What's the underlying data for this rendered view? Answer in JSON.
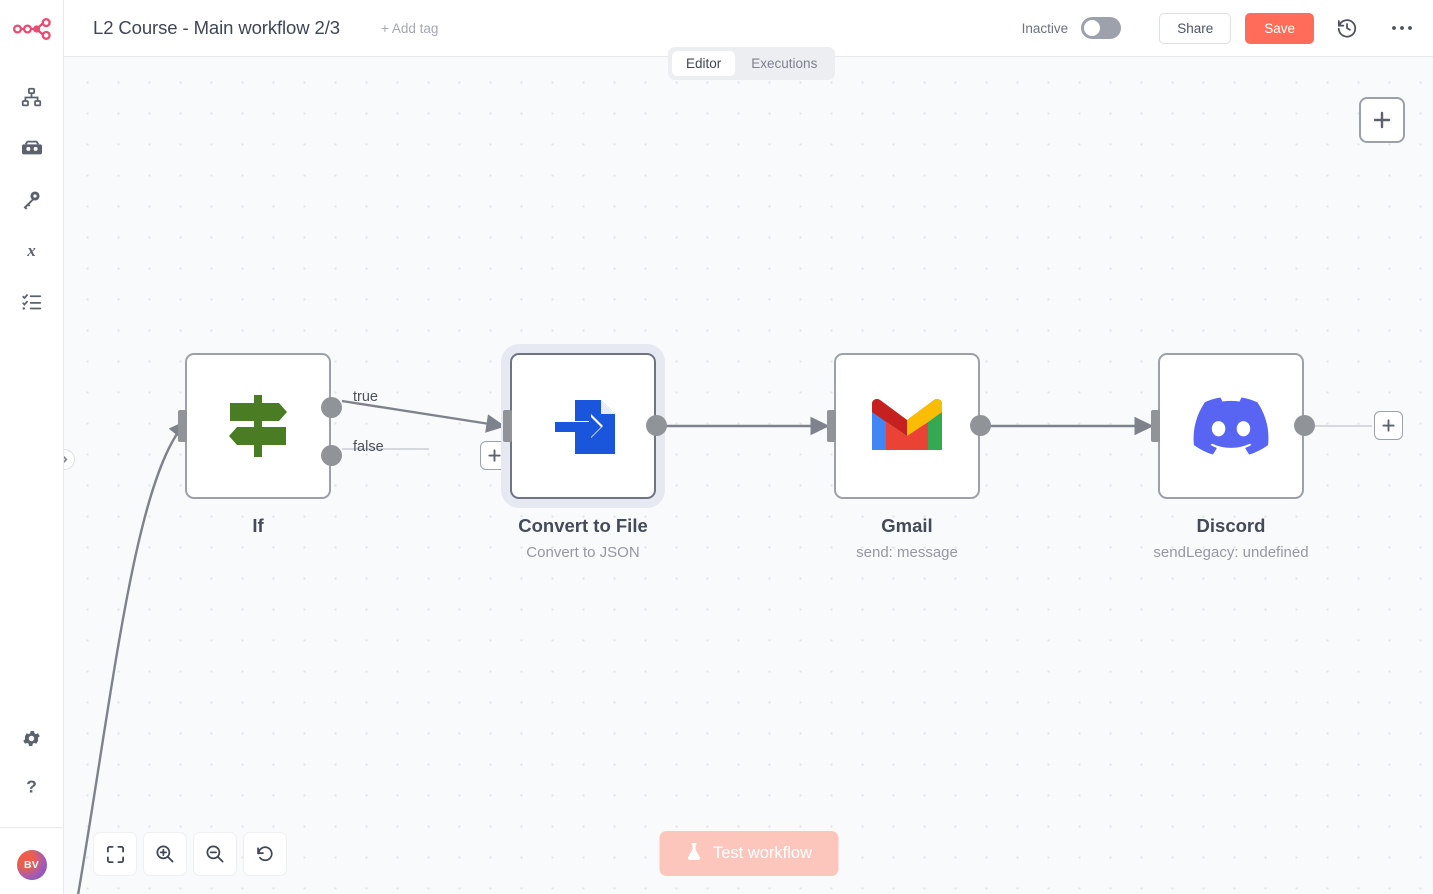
{
  "app": {
    "logo": "n8n-logo"
  },
  "header": {
    "workflow_title": "L2 Course - Main workflow 2/3",
    "add_tag_label": "+ Add tag",
    "active_state_label": "Inactive",
    "share_label": "Share",
    "save_label": "Save",
    "history_icon": "history-icon",
    "more_icon": "ellipsis-icon",
    "accent_color": "#ff6d5a"
  },
  "tabs": [
    {
      "label": "Editor",
      "active": true
    },
    {
      "label": "Executions",
      "active": false
    }
  ],
  "sidebar": {
    "items": [
      {
        "icon": "workflows-icon",
        "name": "workflows"
      },
      {
        "icon": "templates-icon",
        "name": "templates"
      },
      {
        "icon": "key-icon",
        "name": "credentials"
      },
      {
        "icon": "variables-icon",
        "name": "variables"
      },
      {
        "icon": "executions-list-icon",
        "name": "executions"
      }
    ],
    "bottom": [
      {
        "icon": "gear-icon",
        "name": "settings"
      },
      {
        "icon": "help-icon",
        "name": "help"
      }
    ],
    "avatar_initials": "BV"
  },
  "canvas": {
    "panel_toggle_icon": "chevron-right-icon",
    "add_node_icon": "plus-icon",
    "nodes": [
      {
        "id": "if",
        "title": "If",
        "subtitle": "",
        "icon": "signpost-icon",
        "icon_color": "#4a7c23",
        "selected": false,
        "outputs": [
          {
            "label": "true"
          },
          {
            "label": "false"
          }
        ]
      },
      {
        "id": "convert-to-file",
        "title": "Convert to File",
        "subtitle": "Convert to JSON",
        "icon": "file-import-icon",
        "icon_color": "#1a56db",
        "selected": true,
        "outputs": [
          {
            "label": ""
          }
        ]
      },
      {
        "id": "gmail",
        "title": "Gmail",
        "subtitle": "send: message",
        "icon": "gmail-icon",
        "icon_color": "#ea4335",
        "selected": false,
        "outputs": [
          {
            "label": ""
          }
        ]
      },
      {
        "id": "discord",
        "title": "Discord",
        "subtitle": "sendLegacy: undefined",
        "icon": "discord-icon",
        "icon_color": "#5865f2",
        "selected": false,
        "outputs": [
          {
            "label": ""
          }
        ]
      }
    ],
    "zoom_controls": [
      {
        "icon": "zoom-to-fit-icon",
        "name": "zoom-to-fit"
      },
      {
        "icon": "zoom-in-icon",
        "name": "zoom-in"
      },
      {
        "icon": "zoom-out-icon",
        "name": "zoom-out"
      },
      {
        "icon": "reset-zoom-icon",
        "name": "reset-zoom"
      }
    ],
    "test_button": {
      "label": "Test workflow",
      "icon": "flask-icon",
      "disabled": true
    }
  }
}
